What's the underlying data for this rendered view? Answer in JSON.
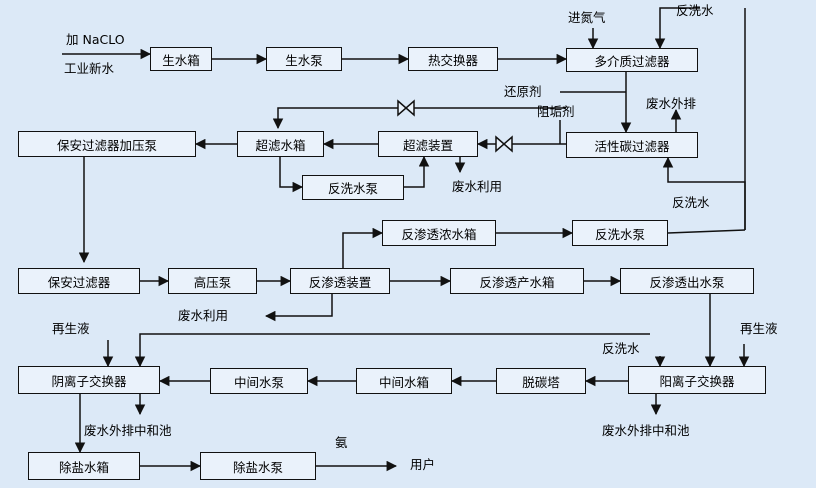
{
  "nodes": {
    "raw_water_tank": "生水箱",
    "raw_water_pump": "生水泵",
    "heat_exchanger": "热交换器",
    "multimedia_filter": "多介质过滤器",
    "activated_carbon_filter": "活性碳过滤器",
    "uf_device": "超滤装置",
    "uf_water_tank": "超滤水箱",
    "backwash_pump_uf": "反洗水泵",
    "security_filter_booster_pump": "保安过滤器加压泵",
    "security_filter": "保安过滤器",
    "high_pressure_pump": "高压泵",
    "ro_device": "反渗透装置",
    "ro_concentrate_tank": "反渗透浓水箱",
    "backwash_pump_ro": "反洗水泵",
    "ro_product_tank": "反渗透产水箱",
    "ro_outlet_pump": "反渗透出水泵",
    "cation_exchanger": "阳离子交换器",
    "decarbonator": "脱碳塔",
    "intermediate_tank": "中间水箱",
    "intermediate_pump": "中间水泵",
    "anion_exchanger": "阴离子交换器",
    "demin_water_tank": "除盐水箱",
    "demin_water_pump": "除盐水泵"
  },
  "labels": {
    "add_naclo": "加 NaCLO",
    "industrial_fresh_water": "工业新水",
    "nitrogen_in": "进氮气",
    "backwash_water_top": "反洗水",
    "reducing_agent": "还原剂",
    "scale_inhibitor": "阻垢剂",
    "waste_discharge": "废水外排",
    "waste_reuse_uf": "废水利用",
    "backwash_water_right": "反洗水",
    "waste_reuse_ro": "废水利用",
    "regen_left": "再生液",
    "regen_right": "再生液",
    "backwash_water_cation": "反洗水",
    "waste_neutral_cation": "废水外排中和池",
    "waste_neutral_anion": "废水外排中和池",
    "ammonia": "氨",
    "user": "用户"
  },
  "colors": {
    "background": "#dce9f7",
    "box_fill": "#eaf2fb",
    "line": "#111111"
  }
}
